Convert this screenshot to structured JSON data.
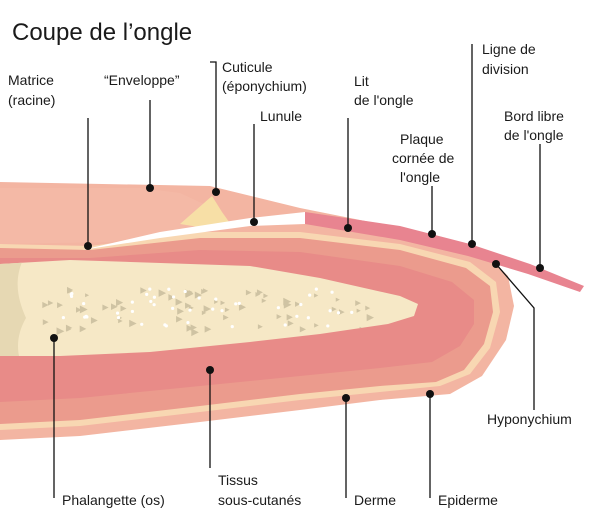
{
  "title": "Coupe de l’ongle",
  "colors": {
    "skin_outer": "#f3b5a2",
    "skin_inner": "#eb9b8d",
    "subcutaneous": "#e88b88",
    "dermis_band": "#f8d7b2",
    "bone": "#f6e8c6",
    "bone_joint": "#e6d8b3",
    "nail_plate": "#e88490",
    "lunula": "#ffffff",
    "cuticle": "#f7dfa6",
    "leader": "#111111"
  },
  "labels": {
    "matrice": [
      "Matrice",
      "(racine)"
    ],
    "enveloppe": [
      "“Enveloppe”"
    ],
    "cuticule": [
      "Cuticule",
      "(éponychium)"
    ],
    "lunule": [
      "Lunule"
    ],
    "lit": [
      "Lit",
      "de l'ongle"
    ],
    "plaque": [
      "Plaque",
      "cornée de",
      "l'ongle"
    ],
    "ligne": [
      "Ligne de",
      "division"
    ],
    "bord": [
      "Bord libre",
      "de l'ongle"
    ],
    "hyponychium": [
      "Hyponychium"
    ],
    "phalangette": [
      "Phalangette (os)"
    ],
    "tissus": [
      "Tissus",
      "sous-cutanés"
    ],
    "derme": [
      "Derme"
    ],
    "epiderme": [
      "Epiderme"
    ]
  }
}
